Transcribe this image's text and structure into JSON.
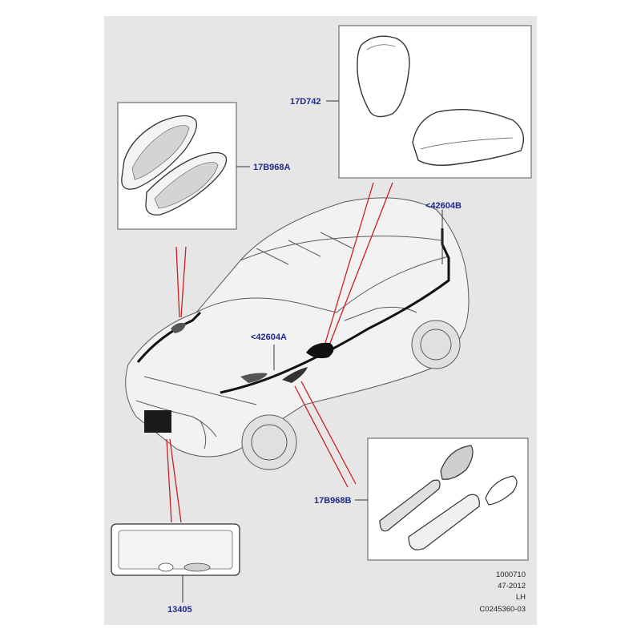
{
  "callouts": {
    "mirror_caps": "17D742",
    "hood_vents": "17B968A",
    "side_vents": "17B968B",
    "roof_stripe": "<42604B",
    "hood_stripe": "<42604A",
    "plate_surround": "13405"
  },
  "metadata": {
    "ref_number": "1000710",
    "date_code": "47-2012",
    "side": "LH",
    "drawing_id": "C0245360-03"
  },
  "colors": {
    "panel_bg": "#e6e6e6",
    "leader_red": "#cc1f1f",
    "callout_text": "#1f2a8a"
  }
}
